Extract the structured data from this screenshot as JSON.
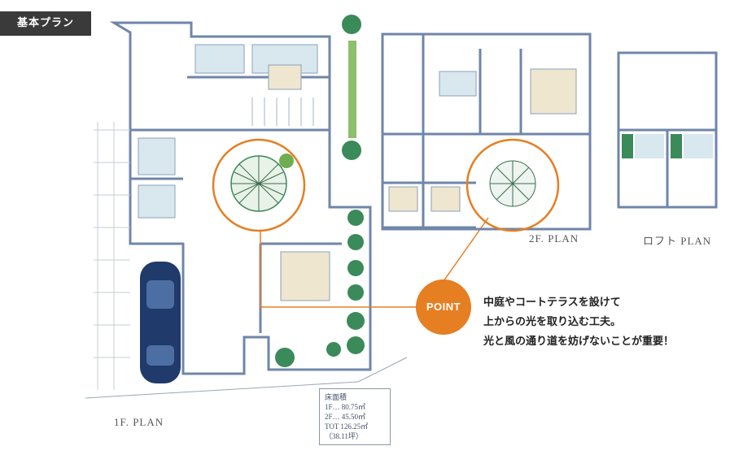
{
  "tag_label": "基本プラン",
  "point_label": "POINT",
  "callout_lines": [
    "中庭やコートテラスを設けて",
    "上からの光を取り込む工夫。",
    "光と風の通り道を妨げないことが重要！"
  ],
  "plan_labels": {
    "first_floor": "1F. PLAN",
    "second_floor": "2F. PLAN",
    "loft": "ロフト PLAN"
  },
  "floor_area": {
    "title": "床面積",
    "rows": [
      "1F… 80.75㎡",
      "2F… 45.50㎡",
      "TOT 126.25㎡",
      "（38.11坪）"
    ]
  },
  "colors": {
    "accent": "#e67e22",
    "tag_bg": "#3a3a3a",
    "wall": "#6f86a8",
    "green": "#3b8a5a",
    "car": "#1f3a6b"
  }
}
